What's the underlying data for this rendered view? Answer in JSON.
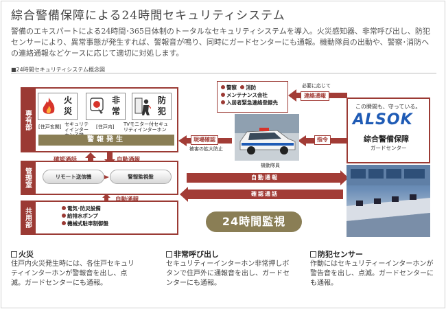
{
  "title": "綜合警備保障による24時間セキュリティシステム",
  "intro": "警備のエキスパートによる24時間･365日体制のトータルなセキュリティシステムを導入。火災感知器、非常呼び出し、防犯センサーにより、異常事態が発生すれば、警報音が鳴り、同時にガードセンターにも通報。機動隊員の出動や、警察･消防への連絡通報などケースに応じて適切に対処します。",
  "diagram_label": "■24時間セキュリティシステム概念図",
  "side_labels": {
    "resident": "専有部",
    "management": "管理室",
    "common": "共用部"
  },
  "icons": [
    {
      "label": "火災",
      "icon": "fire-icon"
    },
    {
      "label": "非常",
      "icon": "emergency-button-icon"
    },
    {
      "label": "防犯",
      "icon": "intruder-icon"
    }
  ],
  "icon_captions": [
    "[住戸玄関]",
    "セキュリティインターホン子機",
    "[住戸内]",
    "TVモニター付セキュリティインターホン"
  ],
  "alarm_banner": "警報発生",
  "confirm_call": "確認通話",
  "auto_report": "自動通報",
  "remote_unit": "リモート送信機",
  "monitor_panel": "警報監視盤",
  "common_items": [
    "電気･防災設備",
    "給排水ポンプ",
    "機械式駐車制御盤"
  ],
  "hours_label": "24時間監視",
  "contacts": [
    "警察",
    "消防",
    "メンテナンス会社",
    "入居者緊急連絡登録先"
  ],
  "as_needed": "必要に応じて",
  "relay_report": "連絡通報",
  "site_check": "現場確認",
  "damage_prevent": "被害の拡大防止",
  "dispatch": "指令",
  "patrol": "機動隊員",
  "auto_report2": "自動通報",
  "confirm_call2": "確認通話",
  "alsok": {
    "tagline": "この瞬間も、守っている。",
    "logo": "ALSOK",
    "company": "綜合警備保障",
    "center": "ガードセンター"
  },
  "sections": [
    {
      "heading": "火災",
      "body": "住戸内火災発生時には、各住戸セキュリティインターホンが警報音を出し、点滅。ガードセンターにも通報。"
    },
    {
      "heading": "非常呼び出し",
      "body": "セキュリティーインターホン非常押しボタンで住戸外に通報音を出し、ガードセンターにも通報。"
    },
    {
      "heading": "防犯センサー",
      "body": "作動にはセキュリティーインターホンが警告音を出し、点滅。ガードセンターにも通報。"
    }
  ],
  "colors": {
    "accent": "#9b3a34",
    "banner": "#8a7e55",
    "brand": "#1f5bb5"
  }
}
